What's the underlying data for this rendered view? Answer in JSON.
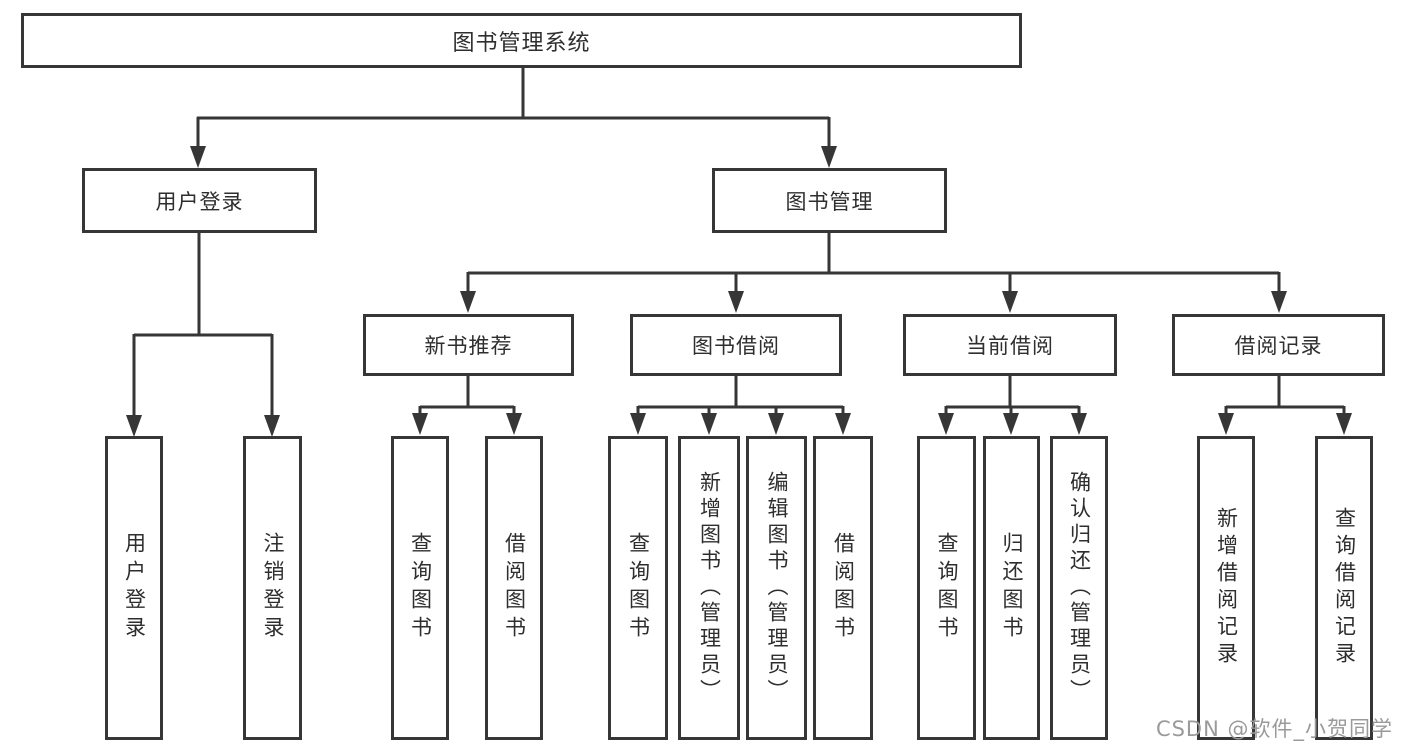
{
  "meta": {
    "diagram_type": "functional-structure-tree",
    "background_color": "#ffffff",
    "line_color": "#363636",
    "text_color": "#2e2e2e",
    "watermark_color": "#9a9a9a"
  },
  "tree": {
    "label": "图书管理系统",
    "children": [
      {
        "label": "用户登录",
        "children": [
          {
            "label": "用户登录"
          },
          {
            "label": "注销登录"
          }
        ]
      },
      {
        "label": "图书管理",
        "children": [
          {
            "label": "新书推荐",
            "children": [
              {
                "label": "查询图书"
              },
              {
                "label": "借阅图书"
              }
            ]
          },
          {
            "label": "图书借阅",
            "children": [
              {
                "label": "查询图书"
              },
              {
                "label": "新增图书（管理员）"
              },
              {
                "label": "编辑图书（管理员）"
              },
              {
                "label": "借阅图书"
              }
            ]
          },
          {
            "label": "当前借阅",
            "children": [
              {
                "label": "查询图书"
              },
              {
                "label": "归还图书"
              },
              {
                "label": "确认归还（管理员）"
              }
            ]
          },
          {
            "label": "借阅记录",
            "children": [
              {
                "label": "新增借阅记录"
              },
              {
                "label": "查询借阅记录"
              }
            ]
          }
        ]
      }
    ]
  },
  "watermark": {
    "text": "CSDN @软件_小贺同学"
  }
}
